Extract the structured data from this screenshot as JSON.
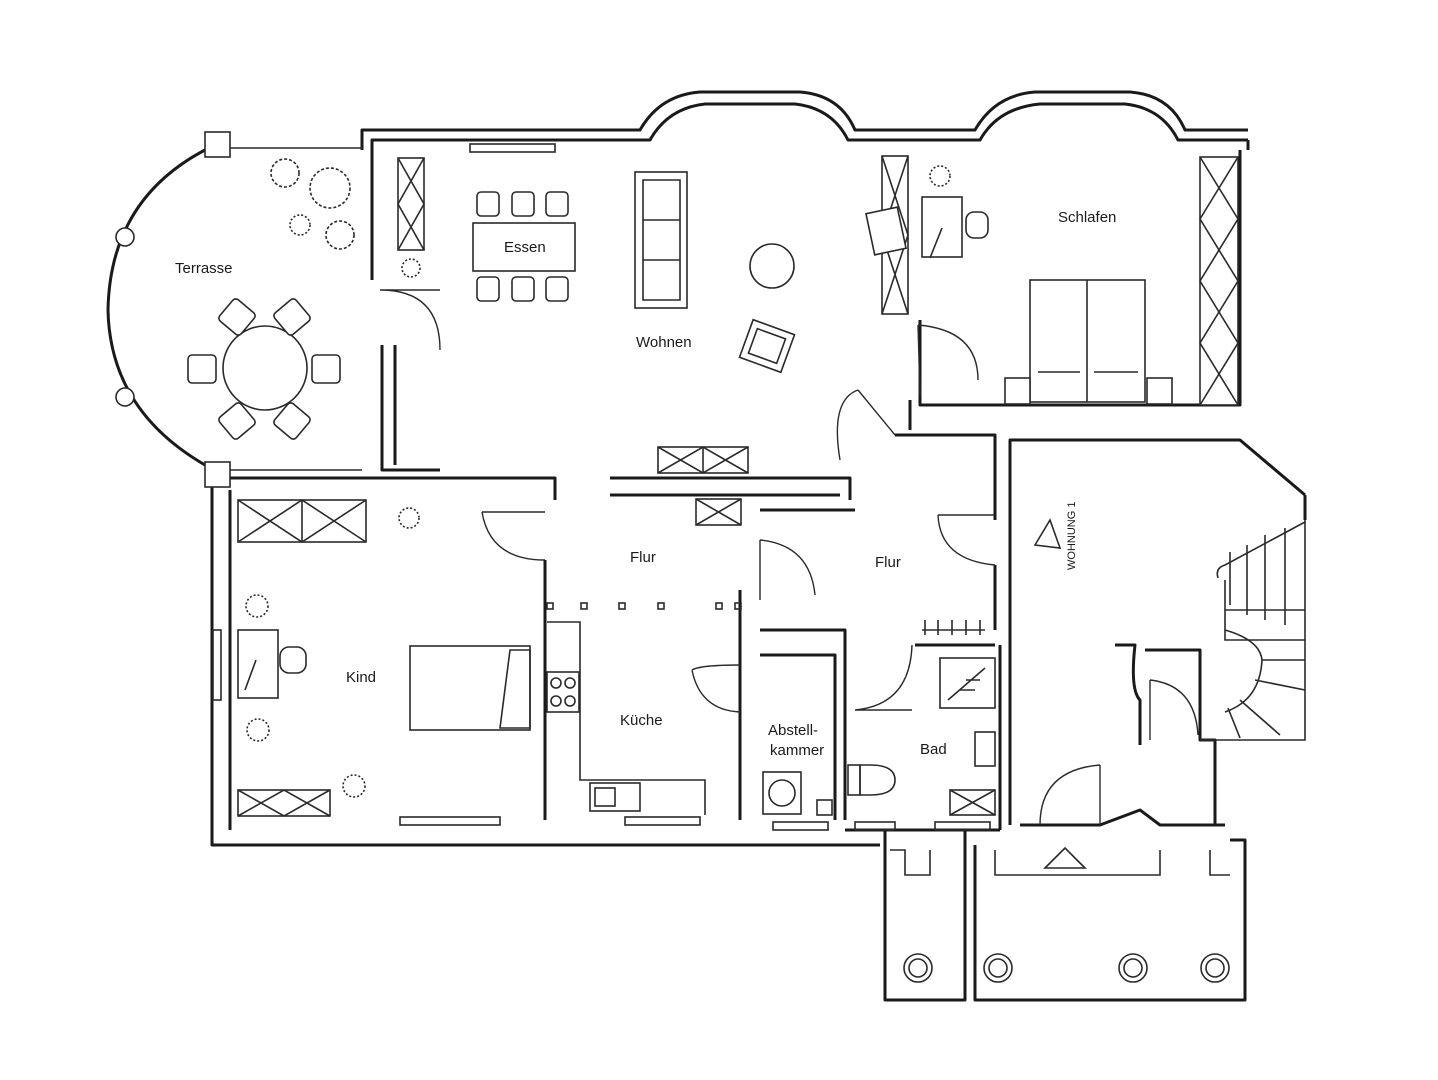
{
  "rooms": {
    "terrasse": "Terrasse",
    "essen": "Essen",
    "wohnen": "Wohnen",
    "schlafen": "Schlafen",
    "flur_left": "Flur",
    "flur_right": "Flur",
    "kind": "Kind",
    "kueche": "Küche",
    "abstell_line1": "Abstell-",
    "abstell_line2": "kammer",
    "bad": "Bad"
  },
  "entrance_label": "WOHNUNG 1",
  "colors": {
    "line": "#1a1a1a",
    "background": "#ffffff"
  }
}
